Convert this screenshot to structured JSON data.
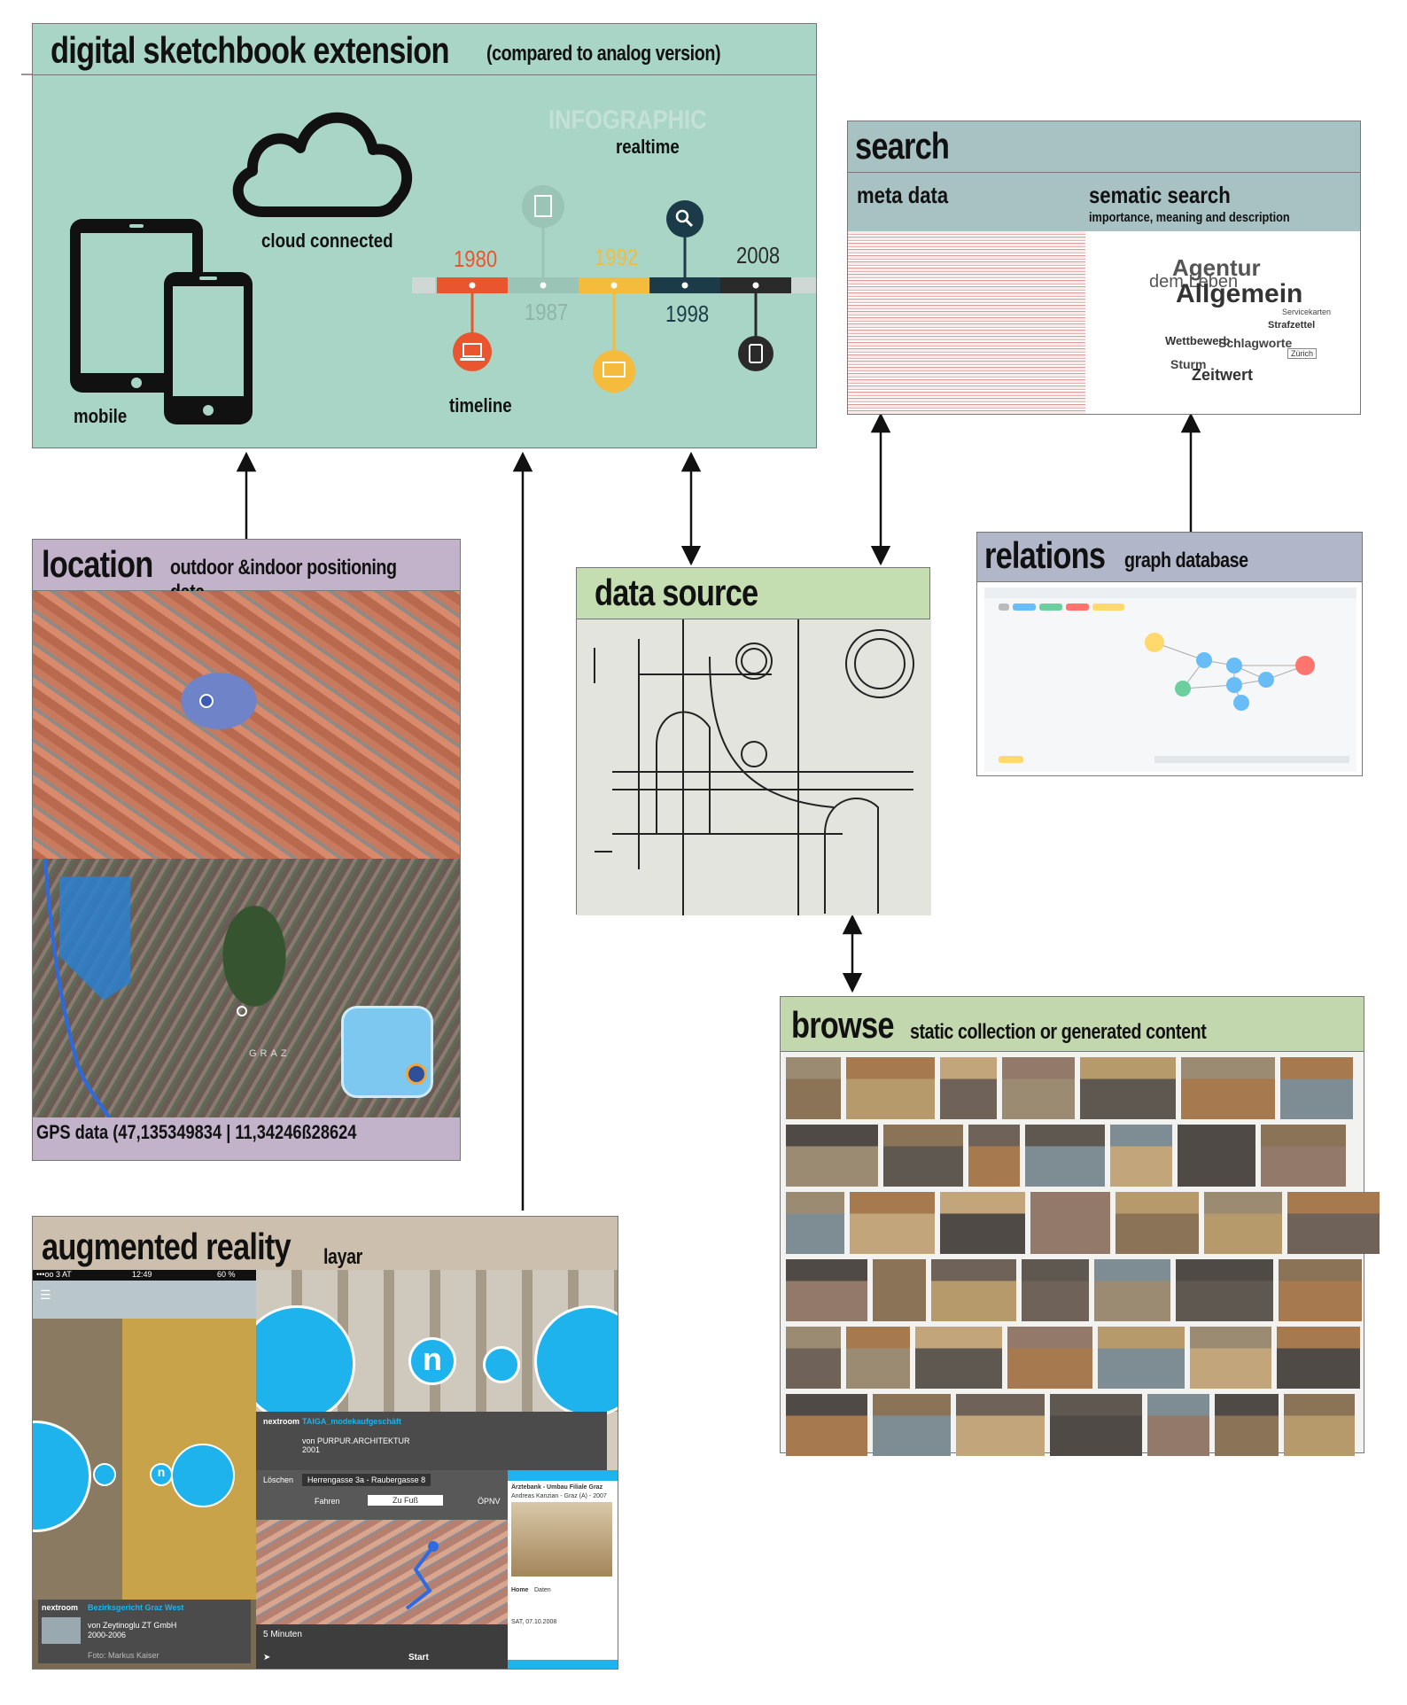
{
  "sketchbook": {
    "title": "digital sketchbook extension",
    "subtitle": "(compared to analog version)",
    "mobile_label": "mobile",
    "cloud_label": "cloud connected",
    "infographic_label": "INFOGRAPHIC",
    "realtime_label": "realtime",
    "timeline_label": "timeline",
    "years_top": [
      "1980",
      "1992",
      "2008"
    ],
    "years_bottom": [
      "1987",
      "1998"
    ]
  },
  "search": {
    "title": "search",
    "meta_label": "meta data",
    "semantic_label": "sematic search",
    "semantic_sub": "importance, meaning and description",
    "words": [
      "Agentur",
      "dem Leben",
      "Allgemein",
      "Strafzettel",
      "Schlagworte",
      "Wettbewerb",
      "Sturm",
      "Zeitwert",
      "Servicekarten",
      "Zürich"
    ]
  },
  "location": {
    "title": "location",
    "subtitle": "outdoor &indoor positioning data",
    "gps": "GPS data (47,135349834 | 11,34246ß28624",
    "map_label": "GRAZ"
  },
  "data_source": {
    "title": "data source"
  },
  "relations": {
    "title": "relations",
    "subtitle": "graph database"
  },
  "browse": {
    "title": "browse",
    "subtitle": "static collection or generated content"
  },
  "ar": {
    "title": "augmented reality",
    "subtitle": "layar",
    "status_left": "•••oo 3 AT",
    "status_time": "12:49",
    "status_right": "60 %",
    "brand": "nextroom",
    "poi_title": "TAIGA_modekaufgeschäft",
    "poi_by": "von PURPUR.ARCHITEKTUR",
    "poi_year": "2001",
    "nav_delete": "Löschen",
    "nav_route": "Herrengasse 3a - Raubergasse 8",
    "tab_drive": "Fahren",
    "tab_walk": "Zu Fuß",
    "tab_public": "ÖPNV",
    "duration": "5 Minuten",
    "start": "Start",
    "bottom_title": "Bezirksgericht Graz West",
    "bottom_by": "von Zeytinoglu ZT GmbH",
    "bottom_years": "2000-2006",
    "bottom_photo": "Foto: Markus Kaiser",
    "side_title": "Ärztebank - Umbau Filiale Graz",
    "side_by": "Andreas Kanzian - Graz (A) - 2007",
    "side_tab_home": "Home",
    "side_tab_data": "Daten",
    "side_date": "SAT, 07.10.2008",
    "n_letter": "n"
  },
  "colors": {
    "sketchbook_bg": "#a8d5c6",
    "search_bg": "#a8c2c4",
    "location_bg": "#c2b3cb",
    "relations_bg": "#b1b6c8",
    "data_source_bg": "#c4deb1",
    "browse_bg": "#c2d7ae",
    "ar_bg": "#cdbfae",
    "timeline_orange": "#e8552f",
    "timeline_teal": "#9ac4b5",
    "timeline_yellow": "#f5bb3c",
    "timeline_dark": "#1c3b48",
    "timeline_black": "#2a2a2a",
    "ar_blue": "#1eb3ec"
  }
}
